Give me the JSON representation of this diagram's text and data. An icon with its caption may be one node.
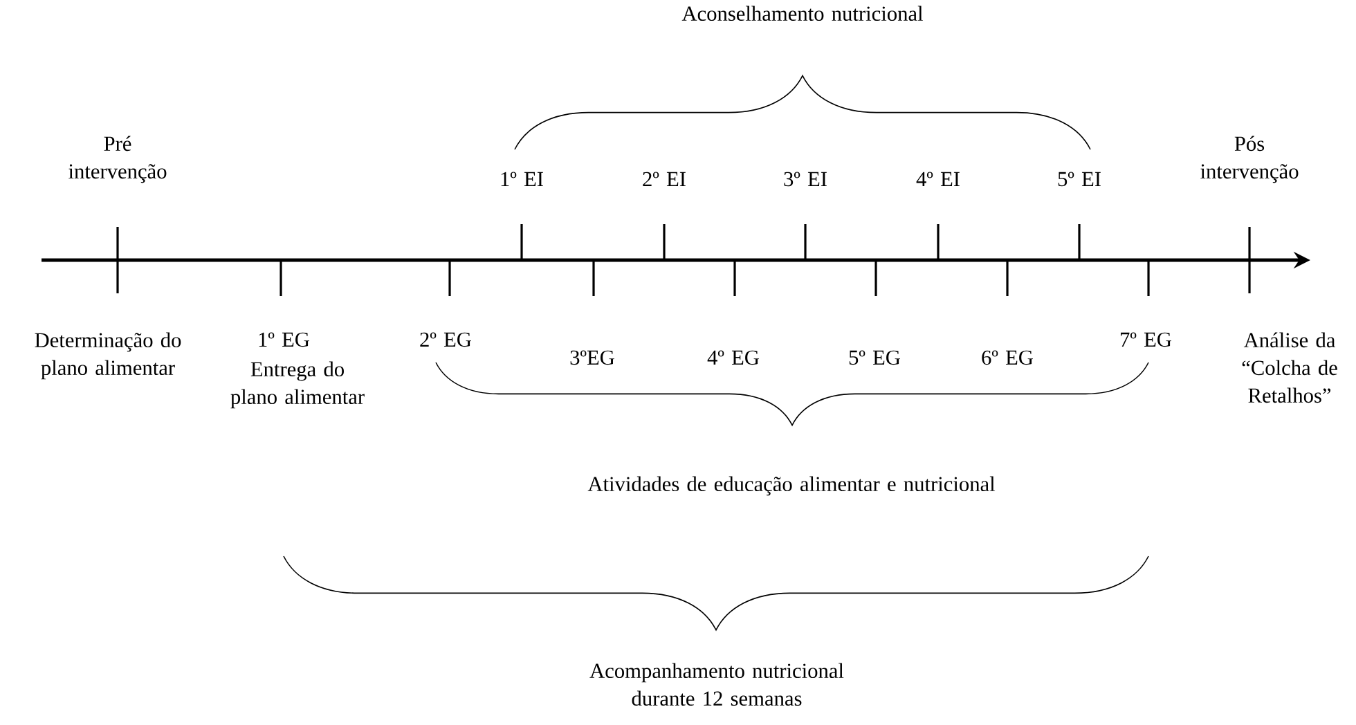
{
  "diagram": {
    "labels": [
      "Aconselhamento nutricional",
      "Pré intervenção",
      "1º EI",
      "2º EI",
      "3º EI",
      "4º EI",
      "5º EI",
      "Pós intervenção",
      "Determinação do plano alimentar",
      "1º EG",
      "Entrega do plano alimentar",
      "2º EG",
      "3ºEG",
      "4º EG",
      "5º EG",
      "6º EG",
      "7º EG",
      "Análise da “Colcha de Retalhos”",
      "Atividades de educação alimentar e nutricional",
      "Acompanhamento nutricional durante 12 semanas"
    ]
  }
}
